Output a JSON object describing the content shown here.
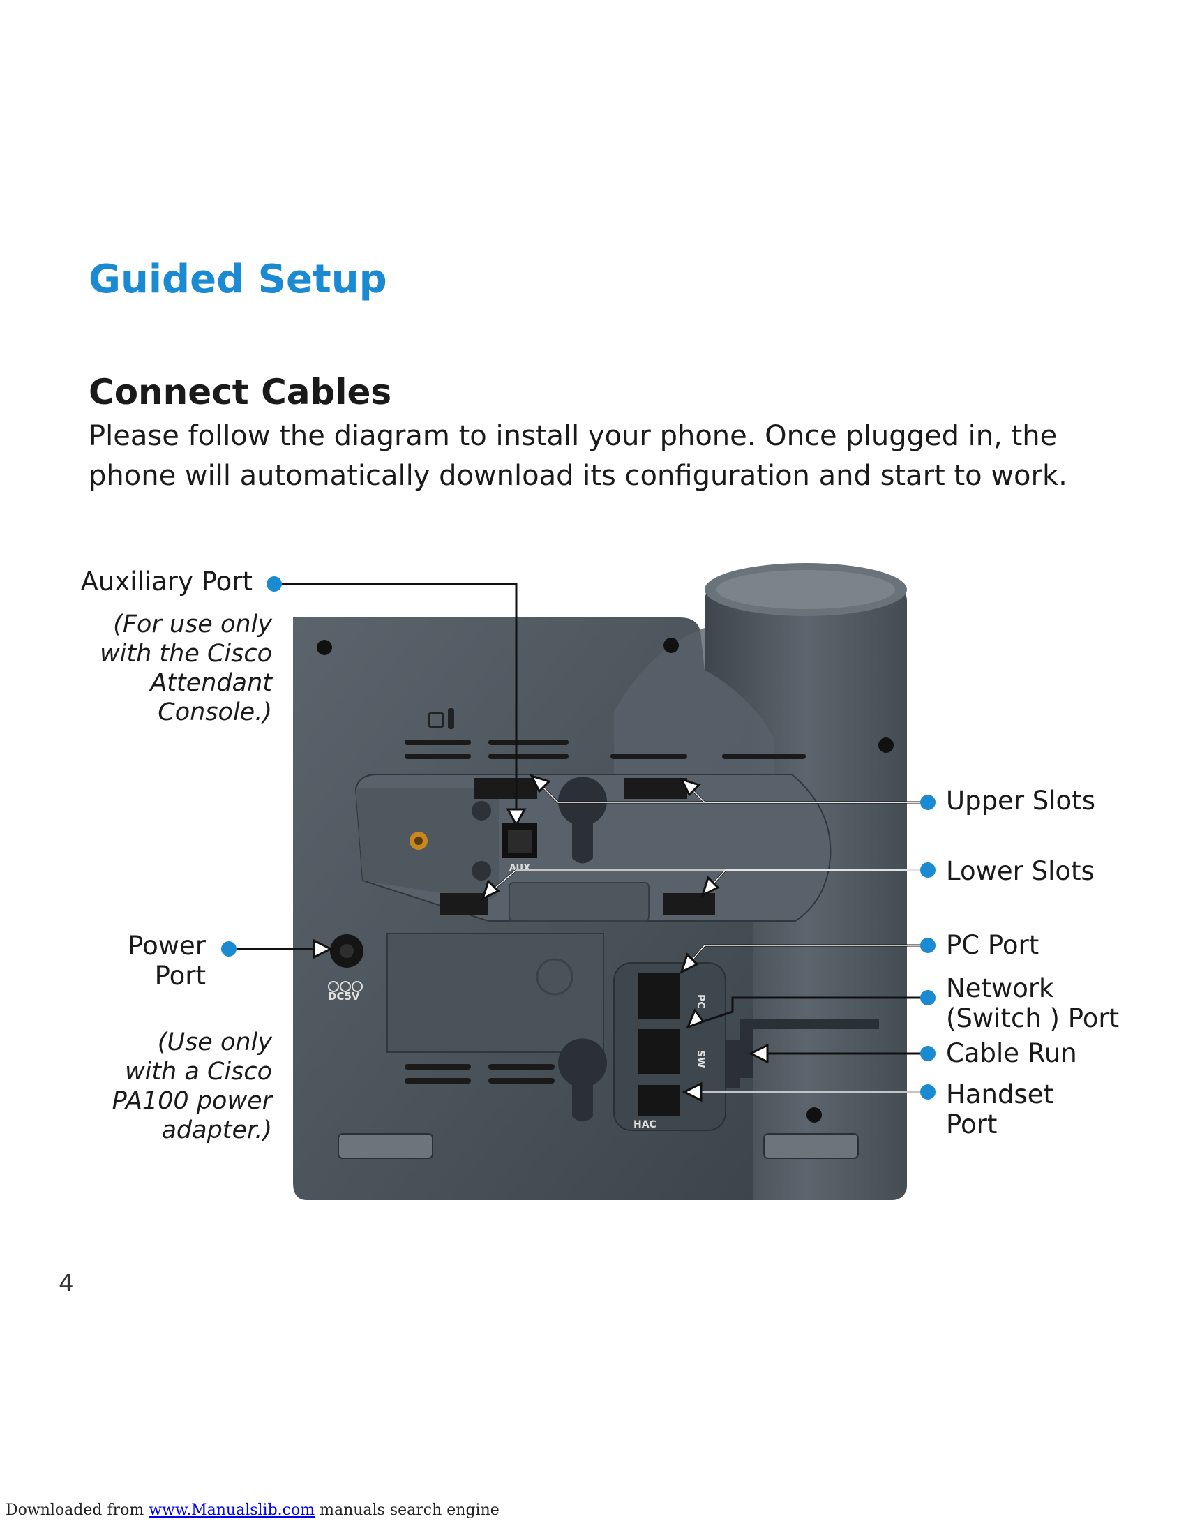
{
  "heading": "Guided Setup",
  "section": {
    "title": "Connect Cables",
    "intro": "Please follow the diagram to install your phone. Once plugged in, the phone will automatically download its configuration and start to work."
  },
  "diagram": {
    "callouts": {
      "aux": {
        "label": "Auxiliary Port",
        "note": [
          "(For use only",
          "with the Cisco",
          "Attendant",
          "Console.)"
        ]
      },
      "power": {
        "label": [
          "Power",
          "Port"
        ],
        "note": [
          "(Use only",
          "with a Cisco",
          "PA100 power",
          "adapter.)"
        ]
      },
      "upper_slots": "Upper Slots",
      "lower_slots": "Lower Slots",
      "pc_port": "PC Port",
      "network_port": [
        "Network",
        "(Switch ) Port"
      ],
      "cable_run": "Cable Run",
      "handset_port": [
        "Handset",
        "Port"
      ]
    },
    "device_labels": {
      "aux": "AUX",
      "pc": "PC",
      "sw": "SW",
      "hac": "HAC",
      "dc": "DC5V"
    },
    "colors": {
      "accent": "#1a8ad2",
      "body": "#4b545c"
    }
  },
  "page_number": "4",
  "footer": {
    "prefix": "Downloaded from ",
    "link": "www.Manualslib.com",
    "suffix": " manuals search engine"
  }
}
